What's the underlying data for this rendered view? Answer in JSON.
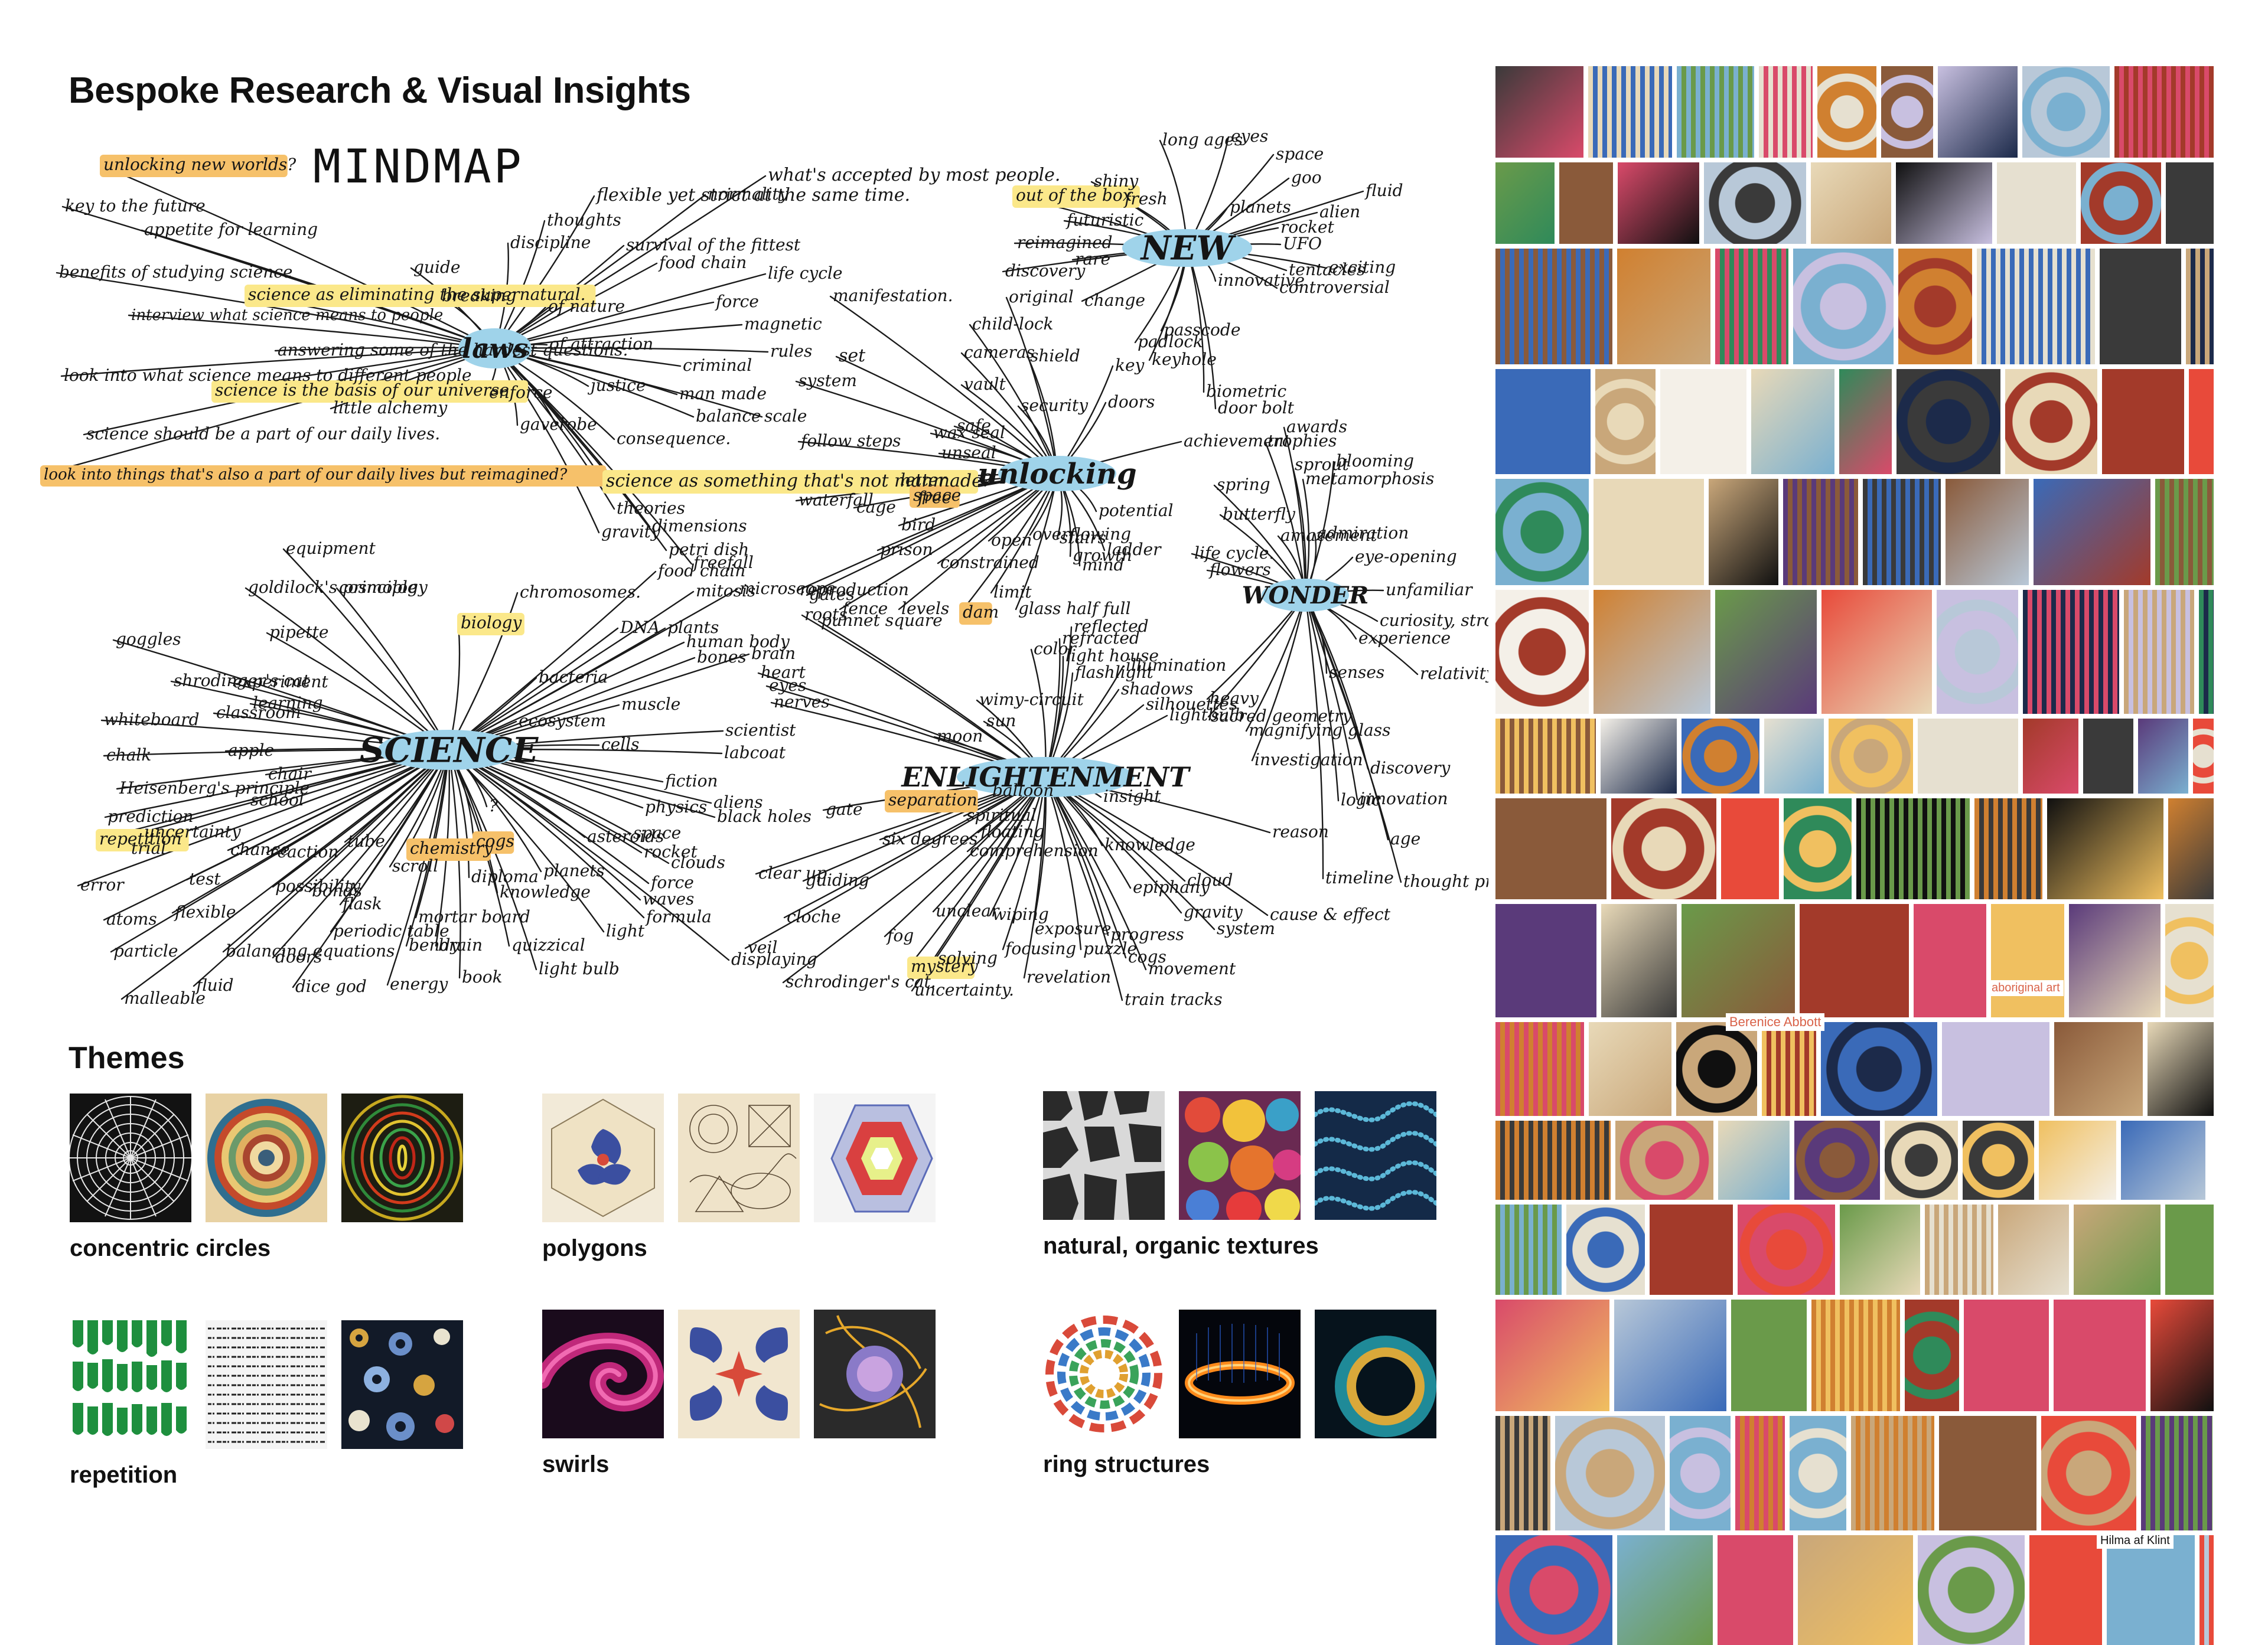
{
  "page": {
    "title": "Bespoke Research & Visual Insights",
    "mindmap_title": "MINDMAP"
  },
  "mindmap": {
    "hubs": [
      "SCIENCE",
      "laws",
      "NEW",
      "unlocking",
      "ENLIGHTENMENT",
      "WONDER"
    ],
    "labels": [
      "unlocking new worlds?",
      "key to the future",
      "appetite for learning",
      "benefits of studying science",
      "interview what science means to people",
      "science as eliminating the supernatural.",
      "answering some of the hardest questions.",
      "look into what science means to different people",
      "science is the basis of our universe",
      "little alchemy",
      "science should be a part of our daily lives.",
      "look into things that's also a part of our daily lives but reimagined?",
      "breaking",
      "discipline",
      "guide",
      "thoughts",
      "flexible yet strict at the same time.",
      "normality",
      "what's accepted by most people.",
      "survival of the fittest",
      "of nature",
      "food chain",
      "life cycle",
      "manifestation.",
      "of attraction",
      "force",
      "magnetic",
      "justice",
      "criminal",
      "rules",
      "set",
      "man made",
      "system",
      "balance",
      "scale",
      "enforce",
      "gavel",
      "robe",
      "consequence.",
      "follow steps",
      "science as something that's not manmade?",
      "out of the box",
      "futuristic",
      "reimagined",
      "rare",
      "discovery",
      "original",
      "change",
      "shiny",
      "fresh",
      "long ages",
      "eyes",
      "space",
      "goo",
      "planets",
      "alien",
      "fluid",
      "rocket",
      "UFO",
      "tentacles",
      "exciting",
      "innovative",
      "controversial",
      "child-lock",
      "cameras",
      "shield",
      "padlock",
      "passcode",
      "key",
      "keyhole",
      "doors",
      "biometric",
      "door bolt",
      "vault",
      "security",
      "safe",
      "wax seal",
      "unseal",
      "letter",
      "space",
      "waterfall",
      "cage",
      "bird",
      "free",
      "prison",
      "open",
      "overflowing",
      "constrained",
      "limit",
      "glass half full",
      "dam",
      "gates",
      "fence",
      "levels",
      "stairs",
      "ladder",
      "growth",
      "mind",
      "potential",
      "achievement",
      "awards",
      "trophies",
      "sprout",
      "blooming",
      "spring",
      "metamorphosis",
      "butterfly",
      "life cycle.",
      "flowers",
      "amazement",
      "admiration",
      "eye-opening",
      "unfamiliar",
      "curiosity, strong desire",
      "experience",
      "senses",
      "relativity",
      "theories",
      "gravity",
      "dimensions",
      "petri dish",
      "equipment",
      "cosmology",
      "food chain",
      "mitosis",
      "chromosomes.",
      "freefall",
      "reproduction",
      "microscope",
      "roots",
      "punnet square",
      "DNA",
      "plants",
      "human body",
      "bones",
      "brain",
      "heart",
      "eyes",
      "nerves",
      "muscle",
      "bacteria",
      "biology",
      "ecosystem",
      "cells",
      "scientist",
      "labcoat",
      "goggles",
      "goldilock's principle",
      "pipette",
      "shrodinger's cat",
      "experiment",
      "learning",
      "classroom",
      "apple",
      "chair",
      "school",
      "whiteboard",
      "chalk",
      "Heisenberg's principle",
      "prediction",
      "repetition",
      "uncertainty",
      "trial",
      "error",
      "test",
      "chance",
      "reaction",
      "atoms",
      "flexible",
      "possibility",
      "bonds",
      "flask",
      "tube",
      "chemistry",
      "scroll",
      "cogs",
      "diploma",
      "knowledge",
      "mortar board",
      "periodic table",
      "balancing equations",
      "doors",
      "dice god",
      "particle",
      "fluid",
      "malleable",
      "bendy",
      "brain",
      "book",
      "light bulb",
      "quizzical",
      "energy",
      "?",
      "physics",
      "fiction",
      "aliens",
      "black holes",
      "asteroids",
      "space",
      "rocket",
      "clouds",
      "planets",
      "force",
      "waves",
      "formula",
      "light",
      "refracted",
      "reflected",
      "color",
      "light house",
      "flashlight",
      "illumination",
      "shadows",
      "silhouettes",
      "lightbulb",
      "wimy-circuit",
      "sun",
      "moon",
      "heavy",
      "sacred geometry",
      "magnifying glass",
      "investigation",
      "discovery",
      "innovation",
      "logic",
      "age",
      "thought process",
      "reason",
      "timeline",
      "cause & effect",
      "separation",
      "gate",
      "six degrees",
      "balloon",
      "spiritual",
      "floating",
      "comprehension",
      "insight",
      "knowledge",
      "clear up",
      "guiding",
      "epiphany",
      "cloud",
      "gravity",
      "system",
      "progress",
      "cogs",
      "movement",
      "train tracks",
      "cloche",
      "veil",
      "displaying",
      "unclear",
      "wiping",
      "exposure",
      "fog",
      "mystery",
      "solving",
      "focusing",
      "puzzle",
      "revelation",
      "schrodinger's cat.",
      "uncertainty."
    ]
  },
  "themes": {
    "heading": "Themes",
    "items": [
      {
        "caption": "concentric circles"
      },
      {
        "caption": "polygons"
      },
      {
        "caption": "natural, organic textures"
      },
      {
        "caption": "repetition"
      },
      {
        "caption": "swirls"
      },
      {
        "caption": "ring structures"
      }
    ]
  },
  "collage": {
    "captions": [
      "aboriginal art",
      "Berenice Abbott",
      "Hilma af Klint"
    ]
  }
}
